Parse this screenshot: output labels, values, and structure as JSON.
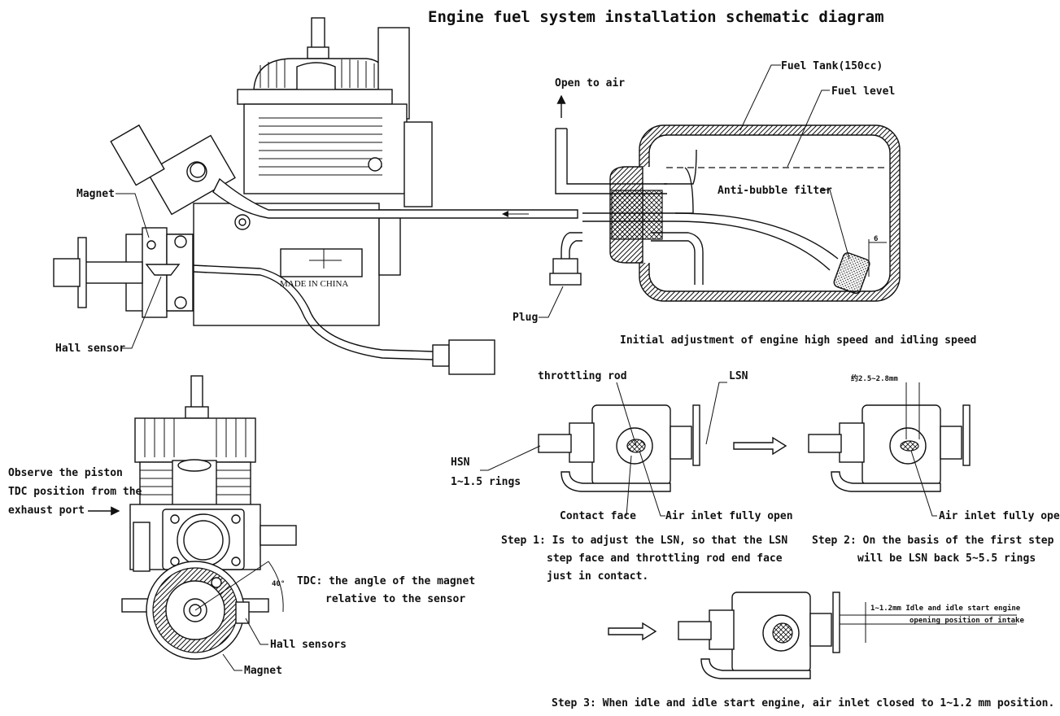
{
  "title": "Engine fuel system installation schematic diagram",
  "labels": {
    "magnet_top": "Magnet",
    "hall_sensor": "Hall sensor",
    "made_in_china": "MADE IN CHINA",
    "open_to_air": "Open to air",
    "fuel_tank": "Fuel Tank(150cc)",
    "fuel_level": "Fuel level",
    "anti_bubble_filter": "Anti-bubble filter",
    "filter_gap": "6",
    "plug": "Plug",
    "initial_adjustment": "Initial adjustment of engine high speed and idling speed",
    "observe_line1": "Observe the piston",
    "observe_line2": "TDC position from the",
    "observe_line3": "exhaust port",
    "angle": "40°",
    "tdc_line1": "TDC: the angle of the magnet",
    "tdc_line2": "relative to the sensor",
    "hall_sensors": "Hall sensors",
    "magnet_bottom": "Magnet",
    "throttling_rod": "throttling rod",
    "lsn": "LSN",
    "hsn": "HSN",
    "hsn_rings": "1~1.5 rings",
    "contact_face": "Contact face",
    "air_inlet_open_1": "Air inlet fully open",
    "air_inlet_open_2": "Air inlet fully open",
    "gap_label": "约2.5~2.8mm",
    "step1_line1": "Step 1: Is to adjust the LSN, so that the LSN",
    "step1_line2": "step face and throttling rod end face",
    "step1_line3": "just in contact.",
    "step2_line1": "Step 2: On the basis of the first step",
    "step2_line2": "will be LSN back 5~5.5 rings",
    "idle_line1": "1~1.2mm Idle and idle start engine",
    "idle_line2": "opening position of intake",
    "step3": "Step 3: When idle and idle start engine, air inlet closed to 1~1.2 mm position."
  }
}
